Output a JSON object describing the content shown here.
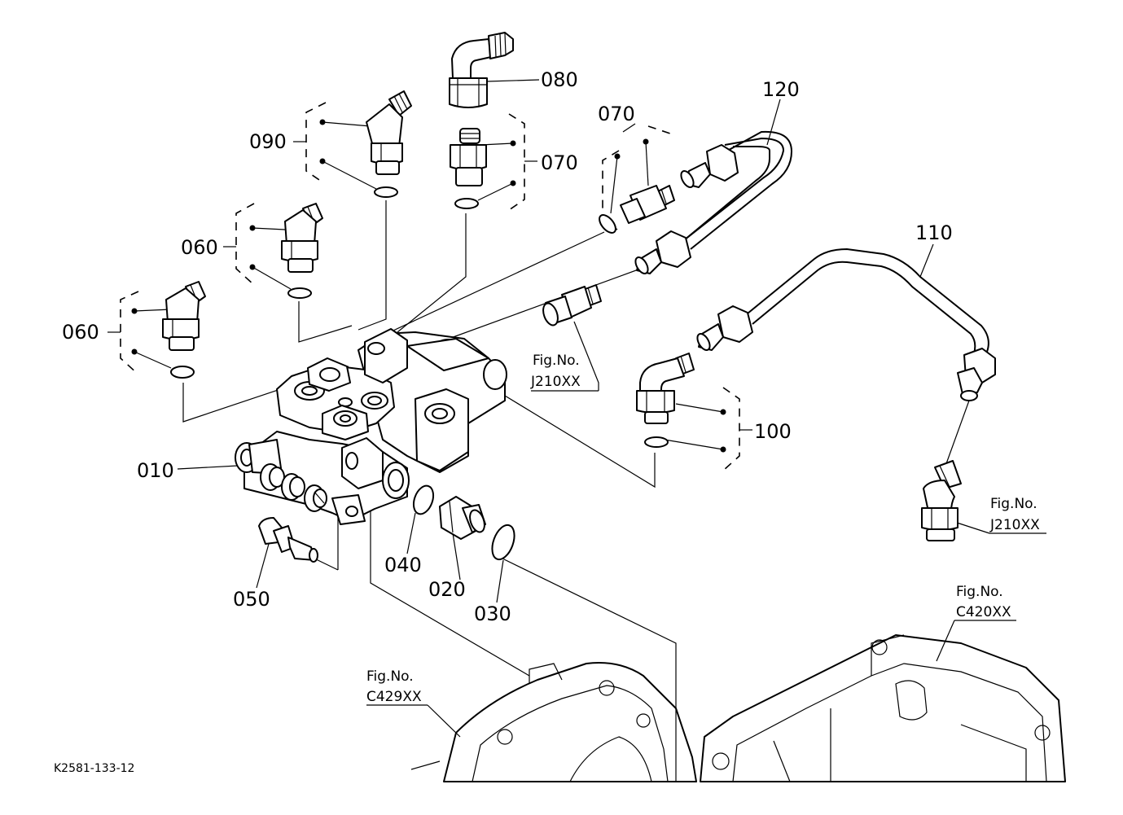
{
  "diagram_code": "K2581-133-12",
  "callouts": {
    "p010": "010",
    "p020": "020",
    "p030": "030",
    "p040": "040",
    "p050": "050",
    "p060a": "060",
    "p060b": "060",
    "p070a": "070",
    "p070b": "070",
    "p080": "080",
    "p090": "090",
    "p100": "100",
    "p110": "110",
    "p120": "120"
  },
  "figure_refs": {
    "j210_upper": {
      "label": "Fig.No.",
      "code": "J210XX"
    },
    "j210_right": {
      "label": "Fig.No.",
      "code": "J210XX"
    },
    "c420": {
      "label": "Fig.No.",
      "code": "C420XX"
    },
    "c429": {
      "label": "Fig.No.",
      "code": "C429XX"
    }
  }
}
